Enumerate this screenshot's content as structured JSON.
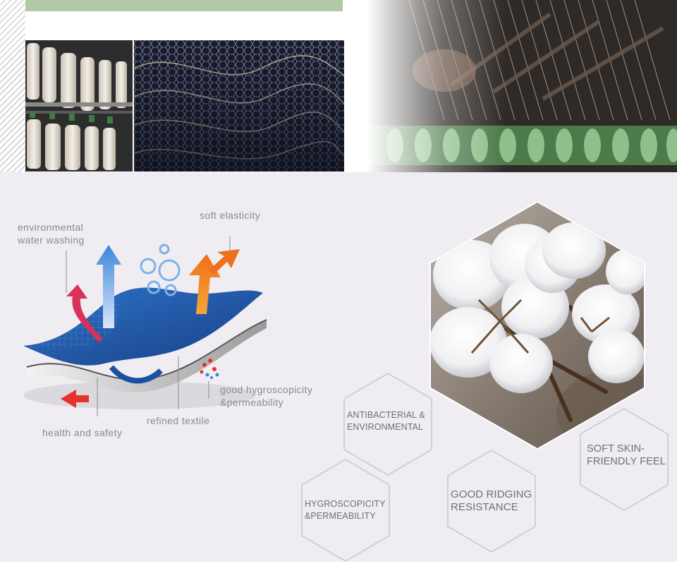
{
  "labels": {
    "environmental_water_washing": [
      "environmental",
      "water washing"
    ],
    "soft_elasticity": "soft elasticity",
    "good_hygroscopicity": [
      "good hygroscopicity",
      "&permeability"
    ],
    "refined_textile": "refined textile",
    "health_and_safety": "health and safety"
  },
  "features": {
    "antibacterial": [
      "ANTIBACTERIAL &",
      "ENVIRONMENTAL"
    ],
    "hygroscopicity": [
      "HYGROSCOPICITY",
      "&PERMEABILITY"
    ],
    "ridging": [
      "GOOD RIDGING",
      "RESISTANCE"
    ],
    "soft_skin": [
      "SOFT SKIN-",
      "FRIENDLY FEEL"
    ]
  },
  "colors": {
    "banner_green": "#b2c9a9",
    "panel_bg": "#efedf1",
    "label_text": "#8a8a8a",
    "hex_outline": "#c9c7cc",
    "fabric_blue": "#1e57a8",
    "arrow_orange": "#f07f1f",
    "arrow_red": "#e5322d",
    "arrow_blue": "#3c86d8"
  },
  "icons": {
    "fabric_layers": "fabric-layers-illustration",
    "cotton_boll": "cotton-boll-photo",
    "spools": "yarn-spools-photo",
    "mesh": "fabric-mesh-photo",
    "loom": "weaving-loom-photo"
  }
}
